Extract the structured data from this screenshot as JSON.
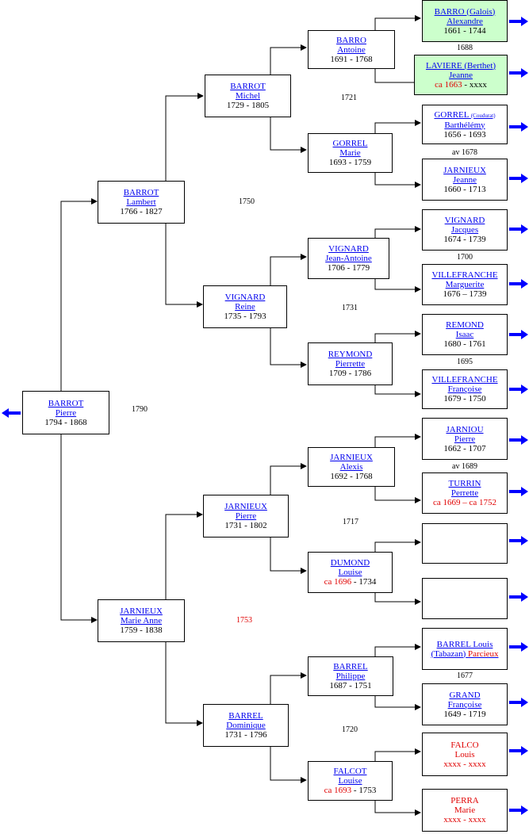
{
  "people": {
    "p1": {
      "surname": "BARROT",
      "given": "Pierre",
      "dates": "1794 - 1868"
    },
    "p2": {
      "surname": "BARROT",
      "given": "Lambert",
      "dates": "1766 - 1827"
    },
    "p3": {
      "surname": "JARNIEUX",
      "given": "Marie Anne",
      "dates": "1759 - 1838"
    },
    "p4": {
      "surname": "BARROT",
      "given": "Michel",
      "dates": "1729 - 1805"
    },
    "p5": {
      "surname": "VIGNARD",
      "given": "Reine",
      "dates": "1735 - 1793"
    },
    "p6": {
      "surname": "JARNIEUX",
      "given": "Pierre",
      "dates": "1731 - 1802"
    },
    "p7": {
      "surname": "BARREL",
      "given": "Dominique",
      "dates": "1731 - 1796"
    },
    "p8": {
      "surname": "BARRO",
      "given": "Antoine",
      "dates": "1691 - 1768"
    },
    "p9": {
      "surname": "GORREL",
      "given": "Marie",
      "dates": "1693 - 1759"
    },
    "p10": {
      "surname": "VIGNARD",
      "given": "Jean-Antoine",
      "dates": "1706 - 1779"
    },
    "p11": {
      "surname": "REYMOND",
      "given": "Pierrette",
      "dates": "1709 - 1786"
    },
    "p12": {
      "surname": "JARNIEUX",
      "given": "Alexis",
      "dates": "1692 - 1768"
    },
    "p13": {
      "surname": "DUMOND",
      "given": "Louise",
      "dates_red": "ca 1696",
      "dates_rest": " - 1734"
    },
    "p14": {
      "surname": "BARREL",
      "given": "Philippe",
      "dates": "1687 - 1751"
    },
    "p15": {
      "surname": "FALCOT",
      "given": "Louise",
      "dates_red": "ca 1693",
      "dates_rest": " - 1753"
    },
    "p16": {
      "surname": "BARRO (Galois)",
      "given": "Alexandre",
      "dates": "1661 - 1744"
    },
    "p17": {
      "surname": "LAVIERE (Berthet)",
      "given": "Jeanne",
      "dates_red": "ca 1663",
      "dates_rest": " - xxxx"
    },
    "p18": {
      "surname": "GORREL",
      "surname_small": "(Coudurat)",
      "given": "Barthélémy",
      "dates": "1656 - 1693"
    },
    "p19": {
      "surname": "JARNIEUX",
      "given": "Jeanne",
      "dates": "1660 - 1713"
    },
    "p20": {
      "surname": "VIGNARD",
      "given": "Jacques",
      "dates": "1674 - 1739"
    },
    "p21": {
      "surname": "VILLEFRANCHE",
      "given": "Marguerite",
      "dates": "1676 – 1739"
    },
    "p22": {
      "surname": "REMOND",
      "given": "Isaac",
      "dates": "1680 - 1761"
    },
    "p23": {
      "surname": "VILLEFRANCHE",
      "given": "Françoise",
      "dates": "1679 - 1750"
    },
    "p24": {
      "surname": "JARNIOU",
      "given": "Pierre",
      "dates": "1662 - 1707"
    },
    "p25": {
      "surname": "TURRIN",
      "given": "Perrette",
      "dates_red": "ca 1669 – ca 1752"
    },
    "p28": {
      "line1": "BARREL Louis",
      "line2": "(Tabazan)",
      "line2_red": "Parcieux"
    },
    "p29": {
      "surname": "GRAND",
      "given": "Françoise",
      "dates": "1649 - 1719"
    },
    "p30": {
      "red_name": "FALCO",
      "red_given": "Louis",
      "dates_red": "xxxx - xxxx"
    },
    "p31": {
      "red_name": "PERRA",
      "red_given": "Marie",
      "dates_red": "xxxx - xxxx"
    }
  },
  "marriages": {
    "m1": "1790",
    "m2": "1750",
    "m3": "1753",
    "m4": "1721",
    "m5": "1731",
    "m6": "1717",
    "m7": "1720",
    "m8": "1688",
    "m9": " av 1678",
    "m10": "1700",
    "m11": "1695",
    "m12": "av 1689",
    "m13": "1677"
  },
  "colors": {
    "link": "#0000ee",
    "red": "#e00000",
    "arrow": "#0000ff",
    "known_box": "#ccffcc"
  }
}
